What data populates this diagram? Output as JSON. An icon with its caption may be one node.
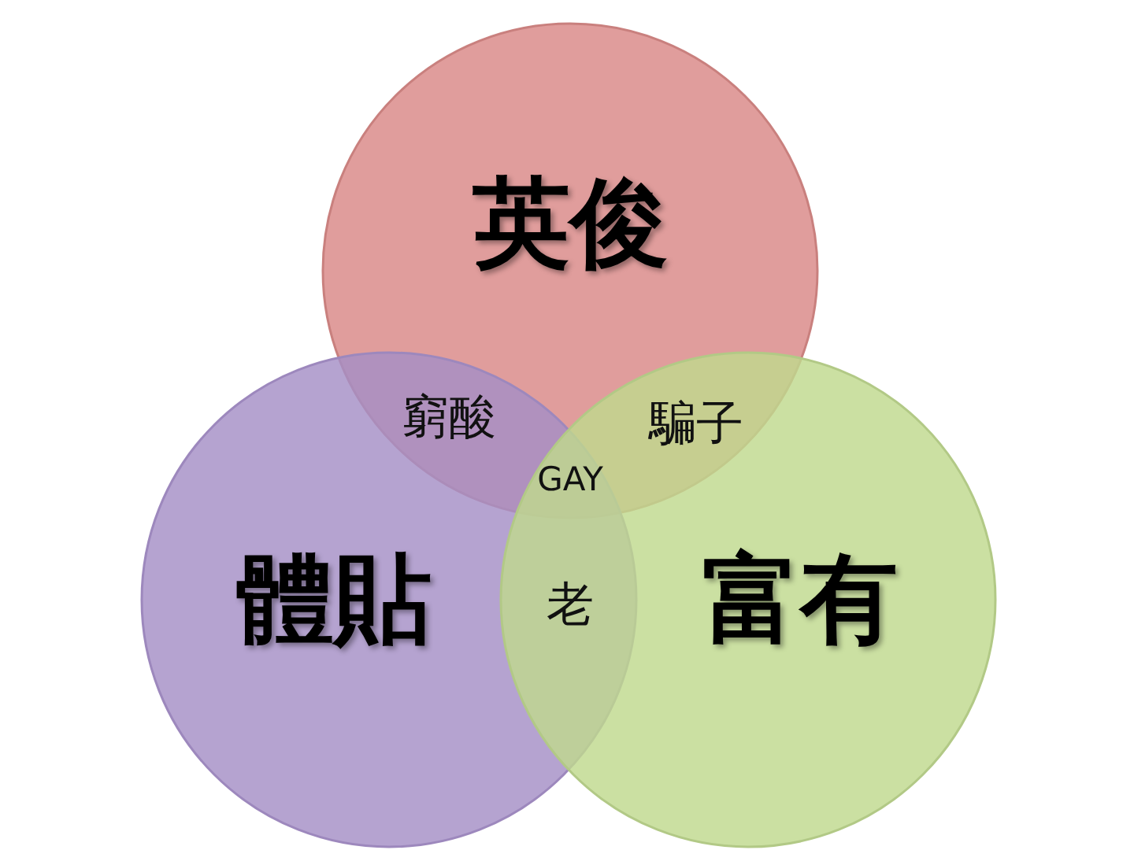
{
  "diagram": {
    "nodes": [
      {
        "text": [
          "英俊"
        ]
      },
      {
        "text": [
          "體貼"
        ]
      },
      {
        "text": [
          "富有"
        ]
      }
    ],
    "labels": [
      "窮酸",
      "騙子",
      "GAY",
      "老"
    ]
  }
}
